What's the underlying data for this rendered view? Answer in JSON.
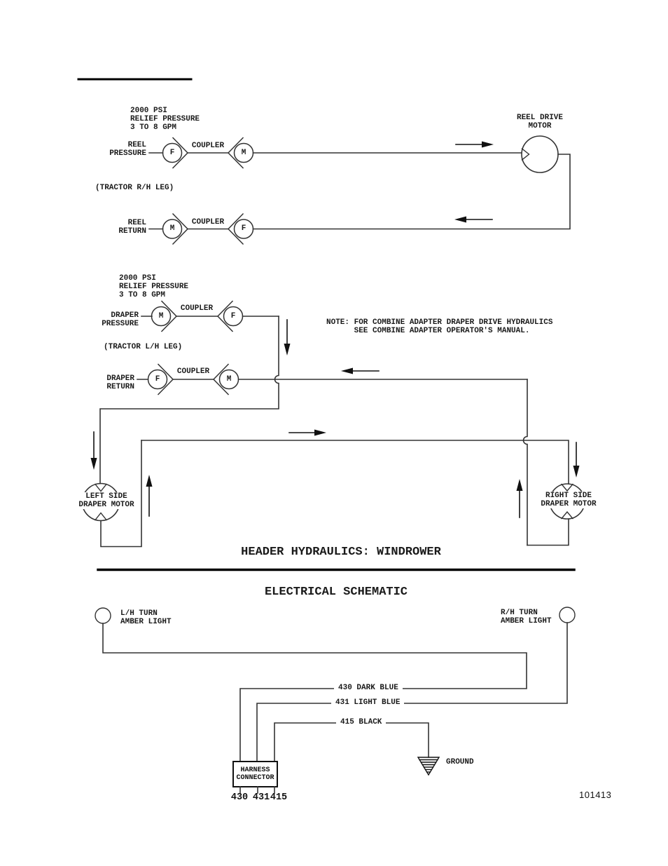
{
  "page": {
    "doc_number": "101413"
  },
  "hydraulics": {
    "title": "HEADER HYDRAULICS: WINDROWER",
    "reel": {
      "relief_note": "2000 PSI\nRELIEF PRESSURE\n3 TO 8 GPM",
      "pressure_port": "REEL\nPRESSURE",
      "return_port": "REEL\nRETURN",
      "tractor_leg": "(TRACTOR R/H LEG)",
      "coupler_top": "COUPLER",
      "coupler_bottom": "COUPLER",
      "pressure_f": "F",
      "pressure_m": "M",
      "return_m": "M",
      "return_f": "F",
      "motor": "REEL DRIVE\nMOTOR"
    },
    "draper": {
      "relief_note": "2000 PSI\nRELIEF PRESSURE\n3 TO 8 GPM",
      "pressure_port": "DRAPER\nPRESSURE",
      "return_port": "DRAPER\nRETURN",
      "tractor_leg": "(TRACTOR L/H LEG)",
      "coupler_top": "COUPLER",
      "coupler_bottom": "COUPLER",
      "pressure_m": "M",
      "pressure_f": "F",
      "return_f": "F",
      "return_m": "M",
      "note": "NOTE: FOR COMBINE ADAPTER DRAPER DRIVE HYDRAULICS\n      SEE COMBINE ADAPTER OPERATOR'S MANUAL.",
      "left_motor": "LEFT SIDE\nDRAPER MOTOR",
      "right_motor": "RIGHT SIDE\nDRAPER MOTOR"
    }
  },
  "electrical": {
    "title": "ELECTRICAL SCHEMATIC",
    "lh_light": "L/H TURN\nAMBER LIGHT",
    "rh_light": "R/H TURN\nAMBER LIGHT",
    "wire_430": "430 DARK BLUE",
    "wire_431": "431 LIGHT BLUE",
    "wire_415": "415 BLACK",
    "ground": "GROUND",
    "connector": "HARNESS\nCONNECTOR",
    "pin_430": "430",
    "pin_431": "431",
    "pin_415": "415"
  }
}
